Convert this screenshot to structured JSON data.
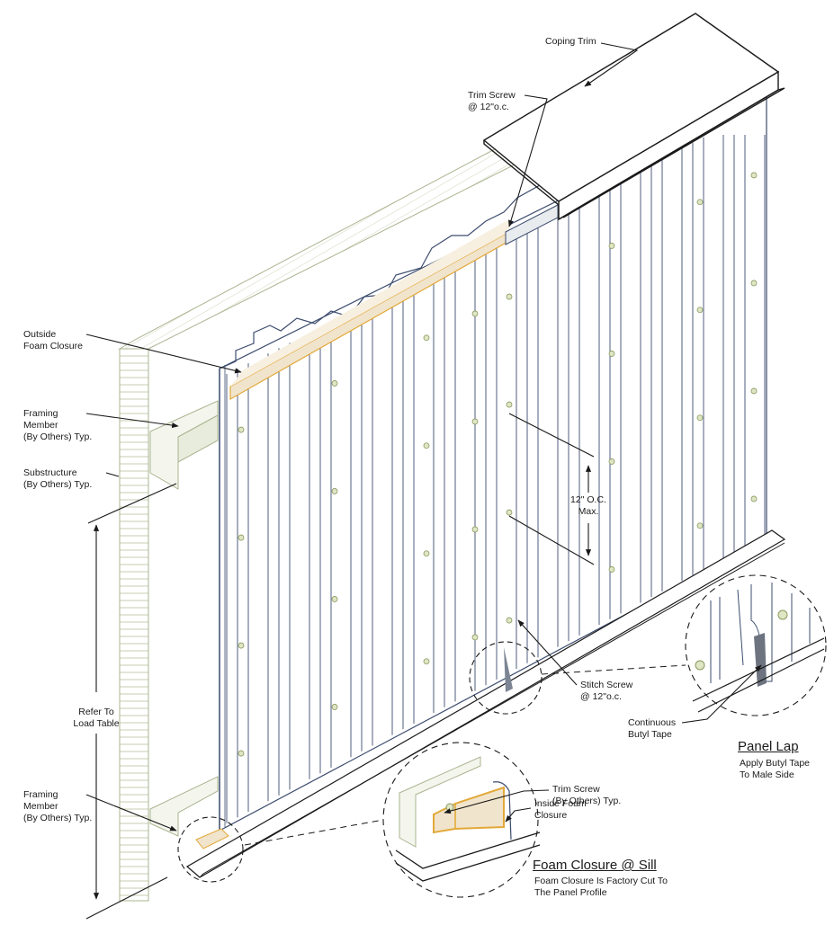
{
  "labels": {
    "coping_trim": "Coping Trim",
    "trim_screw_top": [
      "Trim Screw",
      "@ 12\"o.c."
    ],
    "outside_foam": [
      "Outside",
      "Foam Closure"
    ],
    "framing_member_top": [
      "Framing",
      "Member",
      "(By Others) Typ."
    ],
    "substructure": [
      "Substructure",
      "(By Others) Typ."
    ],
    "spacing": [
      "12\" O.C.",
      "Max."
    ],
    "refer_load": [
      "Refer To",
      "Load Table"
    ],
    "framing_member_bottom": [
      "Framing",
      "Member",
      "(By Others) Typ."
    ],
    "stitch_screw": [
      "Stitch Screw",
      "@ 12\"o.c."
    ],
    "continuous_butyl": [
      "Continuous",
      "Butyl Tape"
    ],
    "trim_screw_sill": [
      "Trim Screw",
      "(By Others) Typ."
    ],
    "inside_foam": [
      "Inside Foam",
      "Closure"
    ]
  },
  "details": {
    "panel_lap": {
      "title": "Panel Lap",
      "note": [
        "Apply Butyl Tape",
        "To Male Side"
      ]
    },
    "foam_sill": {
      "title": "Foam Closure @ Sill",
      "note": [
        "Foam Closure Is Factory Cut To",
        "The Panel Profile"
      ]
    }
  },
  "colors": {
    "line": "#1a1a1a",
    "panel": "#3c4c6e",
    "substructure": "#a9b48f",
    "foam": "#f1e4cc",
    "foam_edge": "#e2a93a",
    "screw": "#b8c690"
  }
}
